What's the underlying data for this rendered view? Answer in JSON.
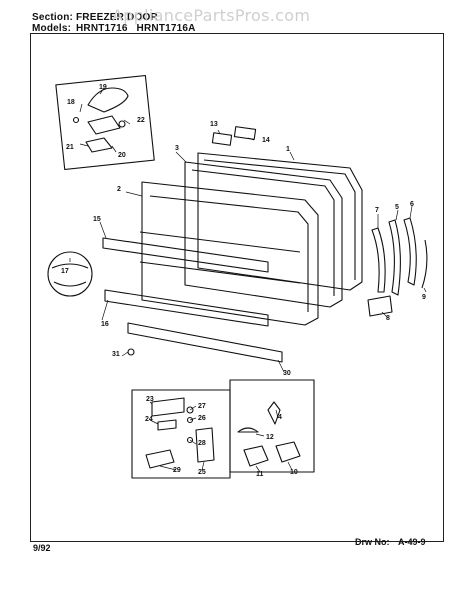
{
  "header": {
    "section_label": "Section:",
    "section_value": "FREEZER DOOR",
    "models_label": "Models:",
    "models_value": "HRNT1716   HRNT1716A"
  },
  "watermark": "AppliancePartsPros.com",
  "footer": {
    "date": "9/92",
    "drawing_label": "Drw No:",
    "drawing_value": "A-49-9"
  },
  "callouts": [
    "1",
    "2",
    "3",
    "4",
    "5",
    "6",
    "7",
    "8",
    "9",
    "10",
    "11",
    "12",
    "13",
    "14",
    "15",
    "16",
    "17",
    "18",
    "19",
    "20",
    "21",
    "22",
    "23",
    "24",
    "25",
    "26",
    "27",
    "28",
    "29",
    "30",
    "31"
  ]
}
